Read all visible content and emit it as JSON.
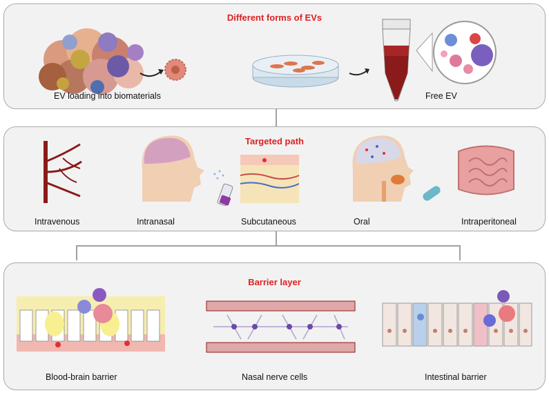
{
  "panels": {
    "forms": {
      "title": "Different forms of EVs",
      "labels": [
        "EV loading into biomaterials",
        "Free EV"
      ]
    },
    "path": {
      "title": "Targeted path",
      "labels": [
        "Intravenous",
        "Intranasal",
        "Subcutaneous",
        "Oral",
        "Intraperitoneal"
      ]
    },
    "barrier": {
      "title": "Barrier layer",
      "labels": [
        "Blood-brain barrier",
        "Nasal nerve cells",
        "Intestinal barrier"
      ]
    }
  },
  "colors": {
    "title_red": "#e02020",
    "panel_bg": "#f2f2f2",
    "panel_border": "#a9a9a9",
    "blood": "#8b1a1a",
    "tissue_pink": "#e8a0a0"
  }
}
